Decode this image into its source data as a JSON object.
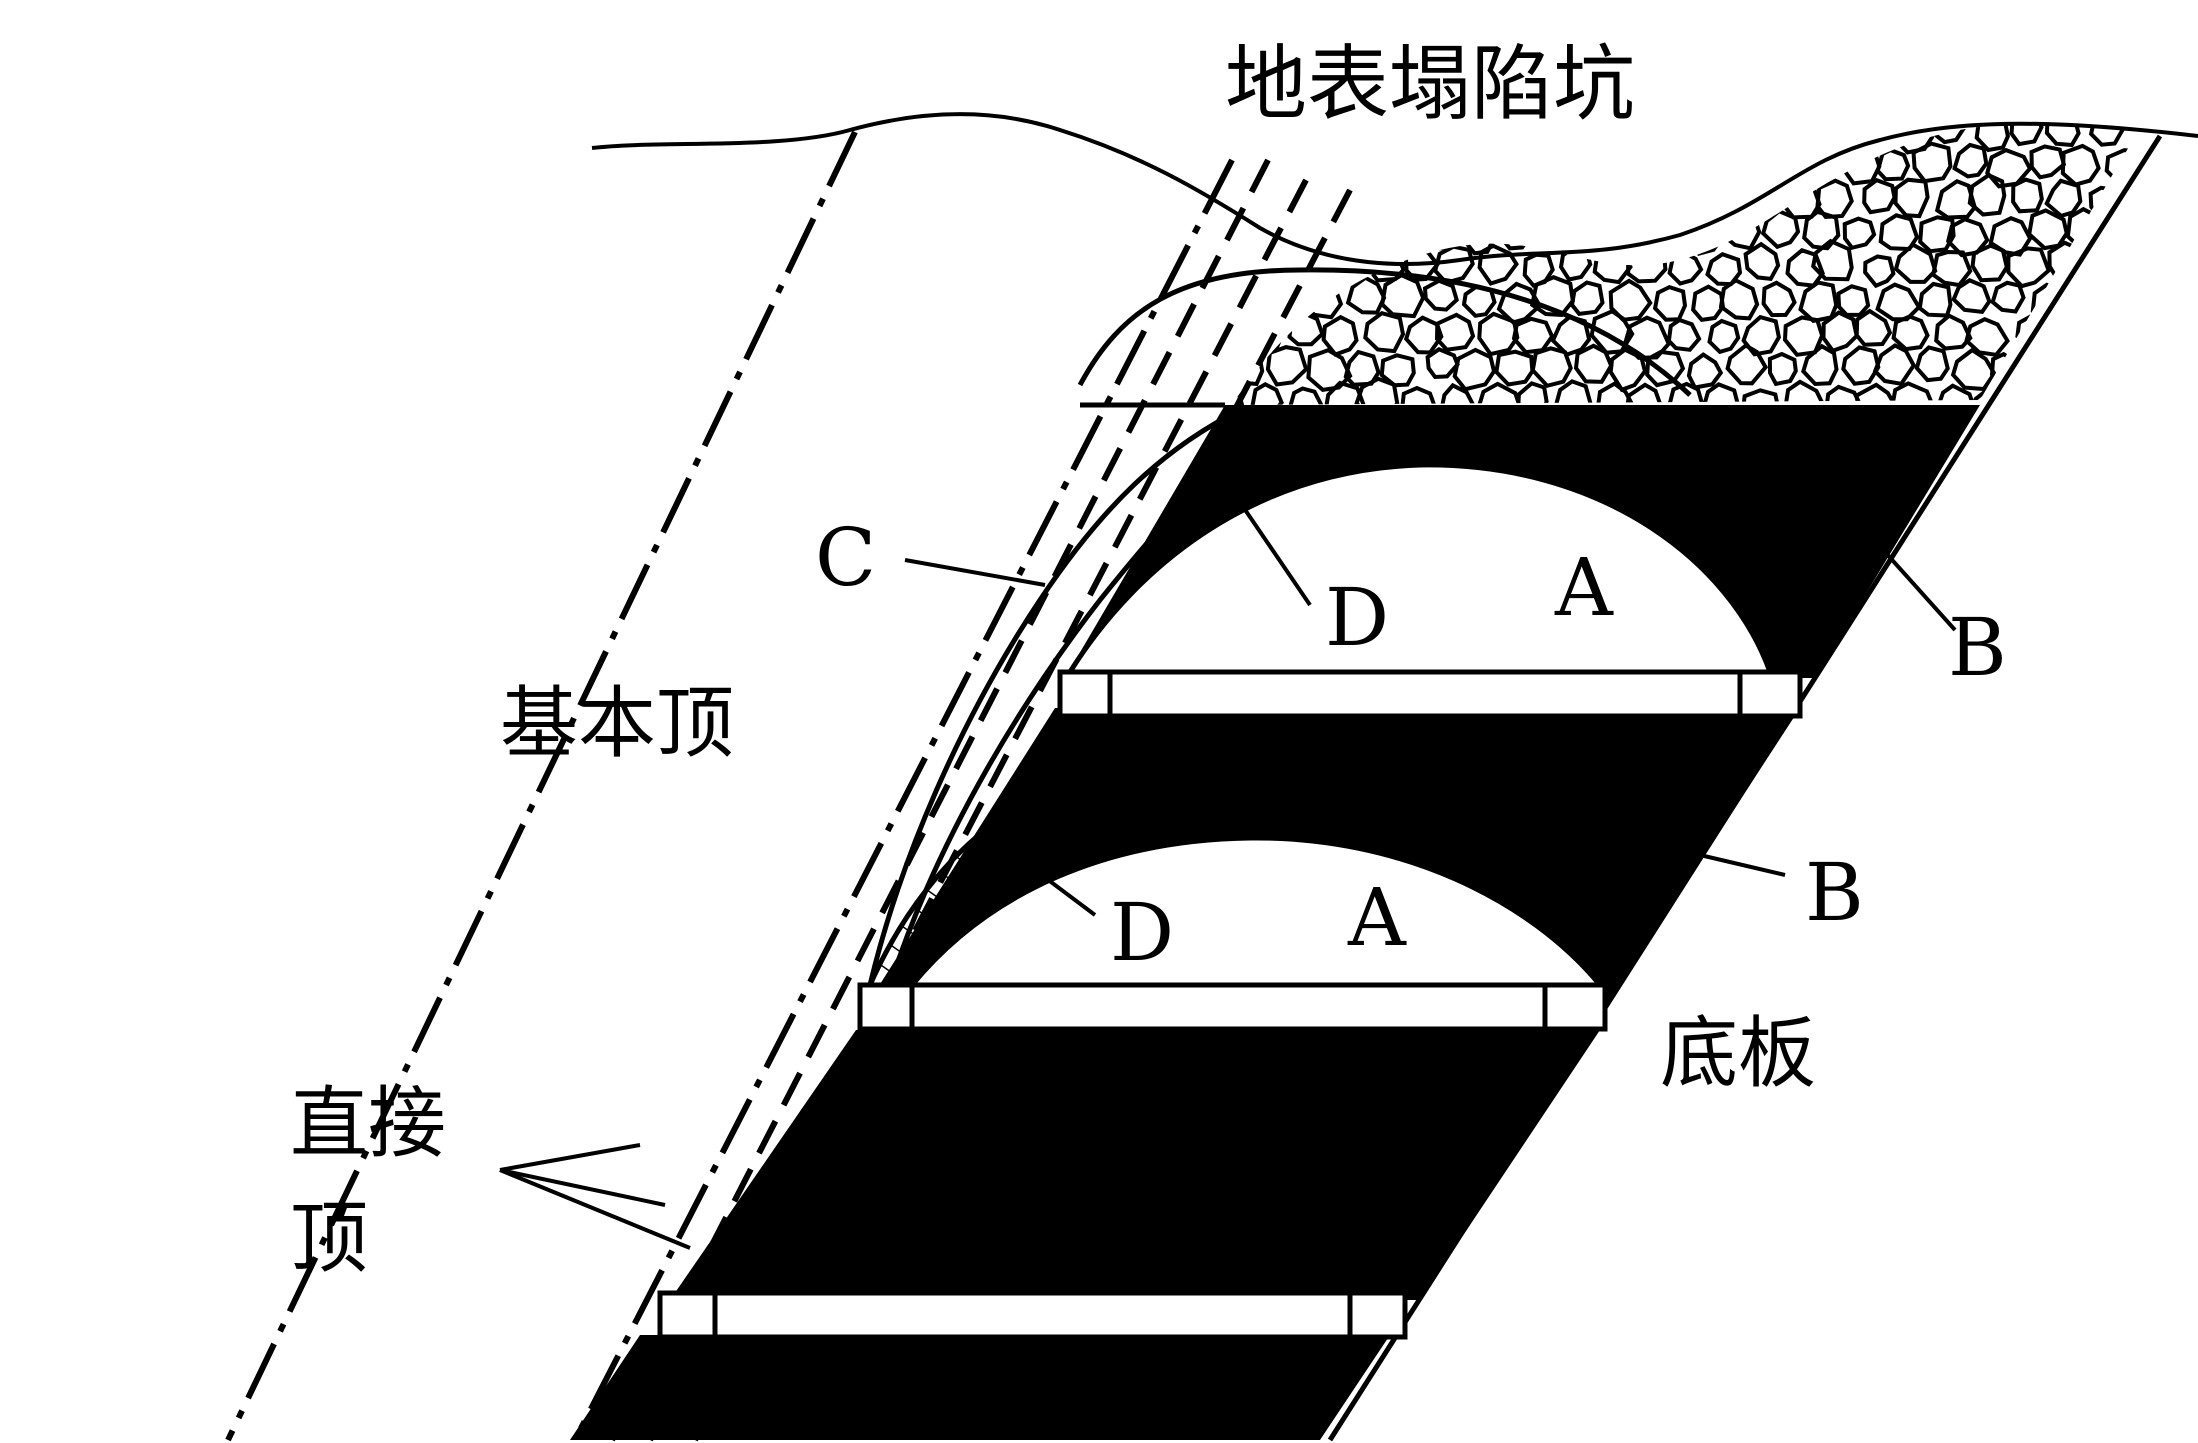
{
  "labels": {
    "surface_pit": "地表塌陷坑",
    "main_roof": "基本顶",
    "immediate_roof_line1": "直接",
    "immediate_roof_line2": "顶",
    "floor": "底板",
    "letter_a": "A",
    "letter_b": "B",
    "letter_c": "C",
    "letter_d": "D"
  },
  "colors": {
    "line": "#000000",
    "coal": "#000000",
    "background": "#ffffff"
  }
}
